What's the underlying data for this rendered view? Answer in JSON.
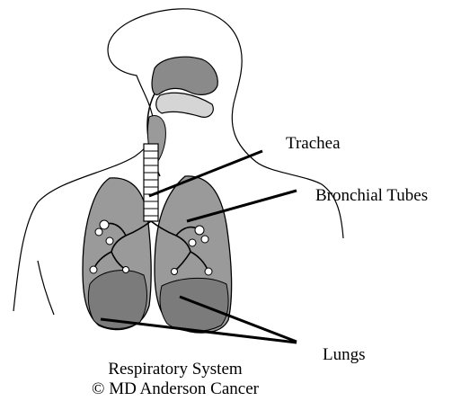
{
  "diagram": {
    "labels": {
      "trachea": "Trachea",
      "bronchial_tubes": "Bronchial Tubes",
      "lungs": "Lungs"
    },
    "caption": {
      "line1": "Respiratory System",
      "line2": "© MD Anderson Cancer"
    },
    "colors": {
      "outline": "#000000",
      "lung_fill": "#9a9a9a",
      "lower_lung_fill": "#7b7b7b",
      "background": "#ffffff"
    }
  }
}
